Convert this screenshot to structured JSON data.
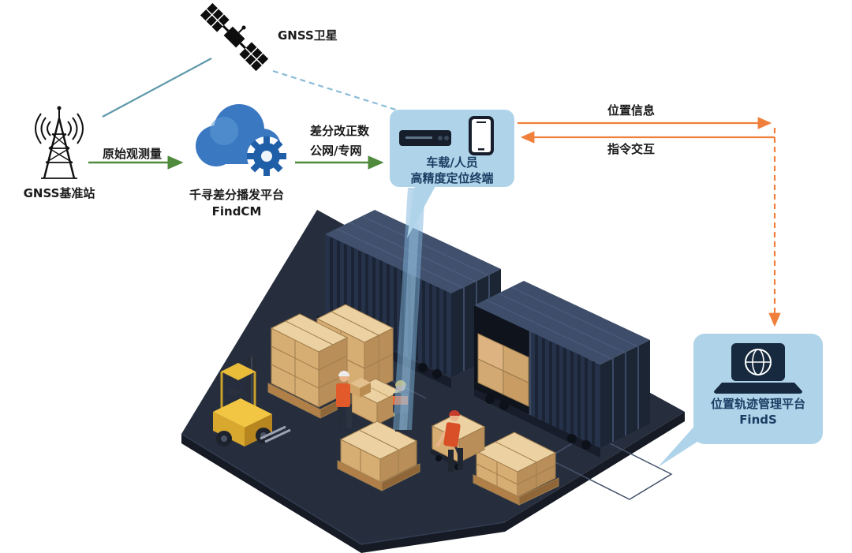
{
  "nodes": {
    "satellite": {
      "label": "GNSS卫星"
    },
    "base_station": {
      "label": "GNSS基准站"
    },
    "cloud_platform": {
      "name": "千寻差分播发平台",
      "product": "FindCM"
    },
    "terminal": {
      "line1": "车载/人员",
      "line2": "高精度定位终端"
    },
    "management_platform": {
      "name": "位置轨迹管理平台",
      "product": "FindS"
    }
  },
  "links": {
    "raw_observation": {
      "label": "原始观测量"
    },
    "correction": {
      "label1": "差分改正数",
      "label2": "公网/专网"
    },
    "position_info": {
      "label": "位置信息"
    },
    "command": {
      "label": "指令交互"
    }
  },
  "colors": {
    "green_arrow": "#4f8a3d",
    "orange_arrow": "#ef7f3a",
    "teal_line": "#5e98aa",
    "dashed_blue": "#8abcd8",
    "callout_bg": "#afd4e9",
    "callout_text": "#1b3d63",
    "cloud_blue": "#3b78c2",
    "gear_blue": "#1f5fa8",
    "label_text": "#1a1a1a"
  },
  "icons": [
    "satellite-icon",
    "radio-tower-icon",
    "cloud-gear-icon",
    "receiver-icon",
    "smartphone-icon",
    "laptop-globe-icon"
  ]
}
